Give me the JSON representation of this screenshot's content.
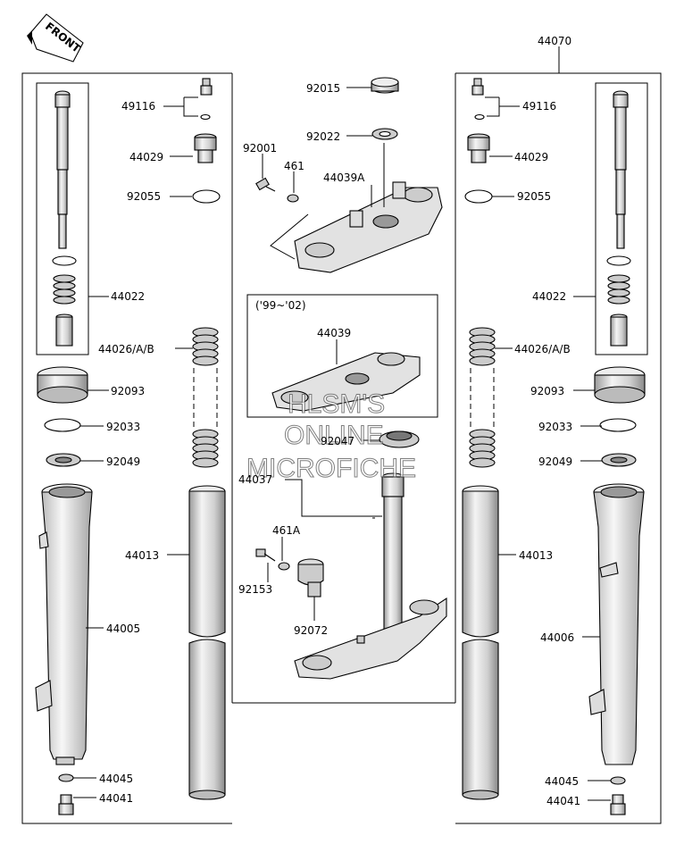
{
  "diagram": {
    "front_label": "FRONT",
    "watermark": [
      "HLSM'S",
      "ONLINE",
      "MICROFICHE"
    ],
    "inset_label": "('99~'02)",
    "colors": {
      "line": "#000000",
      "part_fill": "#e6e6e6",
      "part_shade": "#b8b8b8",
      "background": "#ffffff"
    },
    "labels": {
      "l_44070": "44070",
      "l_92015": "92015",
      "l_92022": "92022",
      "l_49116_left": "49116",
      "l_49116_right": "49116",
      "l_44029_left": "44029",
      "l_44029_right": "44029",
      "l_92001": "92001",
      "l_461": "461",
      "l_44039A": "44039A",
      "l_92055_left": "92055",
      "l_92055_right": "92055",
      "l_44022_left": "44022",
      "l_44022_right": "44022",
      "l_44039": "44039",
      "l_44026_left": "44026/A/B",
      "l_44026_right": "44026/A/B",
      "l_92093_left": "92093",
      "l_92093_right": "92093",
      "l_92033_left": "92033",
      "l_92033_right": "92033",
      "l_92047": "92047",
      "l_92049_left": "92049",
      "l_92049_right": "92049",
      "l_44037": "44037",
      "l_461A": "461A",
      "l_44013_left": "44013",
      "l_44013_right": "44013",
      "l_92153": "92153",
      "l_44005": "44005",
      "l_92072": "92072",
      "l_44006": "44006",
      "l_44045_left": "44045",
      "l_44045_right": "44045",
      "l_44041_left": "44041",
      "l_44041_right": "44041"
    }
  }
}
